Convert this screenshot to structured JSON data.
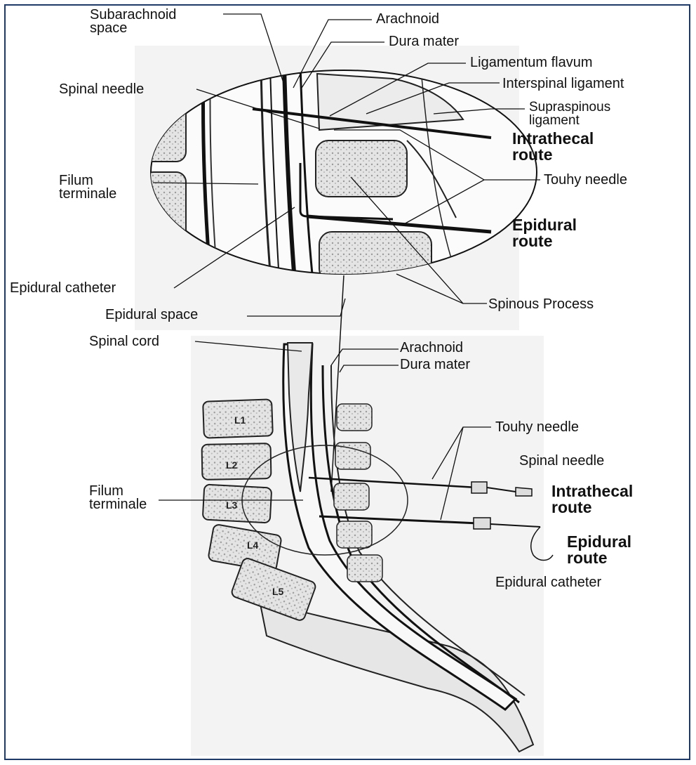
{
  "colors": {
    "frame": "#1f3a66",
    "ink": "#111111",
    "panel": "#f4f4f4",
    "bone": "#d9d9d9"
  },
  "detail_labels": {
    "subarachnoid_space": [
      "Subarachnoid",
      "space"
    ],
    "arachnoid": "Arachnoid",
    "dura_mater": "Dura mater",
    "ligamentum_flavum": "Ligamentum flavum",
    "interspinal_ligament": "Interspinal ligament",
    "supraspinous_ligament": [
      "Supraspinous",
      "ligament"
    ],
    "spinal_needle": "Spinal needle",
    "intrathecal_route": [
      "Intrathecal",
      "route"
    ],
    "filum_terminale": [
      "Filum",
      "terminale"
    ],
    "touhy_needle": "Touhy needle",
    "epidural_route": [
      "Epidural",
      "route"
    ],
    "epidural_catheter": "Epidural catheter",
    "spinous_process": "Spinous Process",
    "epidural_space": "Epidural space"
  },
  "overview_labels": {
    "spinal_cord": "Spinal cord",
    "arachnoid": "Arachnoid",
    "dura_mater": "Dura mater",
    "touhy_needle": "Touhy needle",
    "spinal_needle": "Spinal needle",
    "intrathecal_route": [
      "Intrathecal",
      "route"
    ],
    "filum_terminale": [
      "Filum",
      "terminale"
    ],
    "epidural_route": [
      "Epidural",
      "route"
    ],
    "epidural_catheter": "Epidural catheter"
  },
  "vertebrae": [
    "L1",
    "L2",
    "L3",
    "L4",
    "L5"
  ]
}
